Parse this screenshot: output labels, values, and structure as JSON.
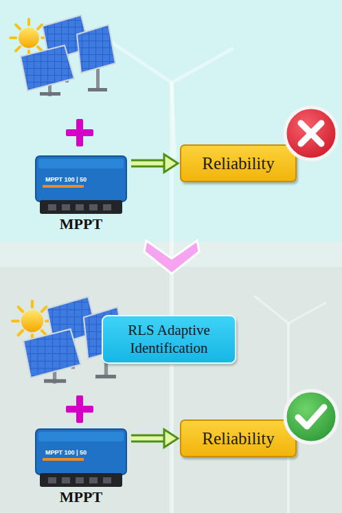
{
  "diagram": {
    "nodes": [
      {
        "text": [
          "MPPT"
        ]
      },
      {
        "text": [
          "Reliability"
        ]
      },
      {
        "text": [
          "RLS Adaptive Identification"
        ]
      },
      {
        "text": [
          "MPPT"
        ]
      },
      {
        "text": [
          "Reliability"
        ]
      }
    ],
    "edges": [
      {
        "from": 0,
        "to": 1,
        "arrow": "to"
      },
      {
        "from": 3,
        "to": 4,
        "arrow": "to"
      }
    ],
    "labels": [
      "MPPT 100 | 50",
      "MPPT 100 | 50"
    ]
  }
}
